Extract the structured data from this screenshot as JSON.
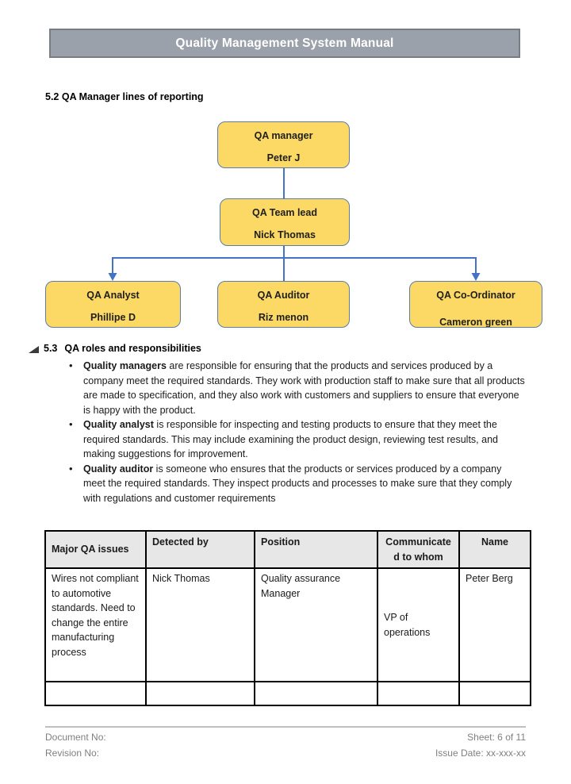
{
  "banner": {
    "title": "Quality Management System Manual"
  },
  "sections": {
    "s52_heading": "5.2 QA Manager lines of reporting",
    "s53_number": "5.3",
    "s53_heading": "QA roles and responsibilities"
  },
  "org_chart": {
    "boxes": [
      {
        "title": "QA manager",
        "name": "Peter J"
      },
      {
        "title": "QA Team lead",
        "name": "Nick Thomas"
      },
      {
        "title": "QA Analyst",
        "name": "Phillipe D"
      },
      {
        "title": "QA Auditor",
        "name": "Riz menon"
      },
      {
        "title": "QA Co-Ordinator",
        "name": "Cameron green"
      }
    ]
  },
  "roles": {
    "bullets": [
      {
        "bold": "Quality managers",
        "text": " are responsible for ensuring that the products and services produced by a company meet the required standards. They work with production staff to make sure that all products are made to specification, and they also work with customers and suppliers to ensure that everyone is happy with the product."
      },
      {
        "bold": "Quality analyst",
        "text": " is responsible for inspecting and testing products to ensure that they meet the required standards. This may include examining the product design, reviewing test results, and making suggestions for improvement."
      },
      {
        "bold": "Quality auditor",
        "text": " is someone who ensures that the products or services produced by a company meet the required standards. They inspect products and processes to make sure that they comply with regulations and customer requirements"
      }
    ]
  },
  "table": {
    "headers": [
      "Major QA issues",
      "Detected by",
      "Position",
      "Communicated to whom",
      "Name"
    ],
    "rows": [
      {
        "cells": [
          "Wires not compliant to automotive standards. Need to change the entire manufacturing process",
          "Nick Thomas",
          "Quality assurance Manager",
          "VP of operations",
          "Peter Berg"
        ]
      },
      {
        "cells": [
          "",
          "",
          "",
          "",
          ""
        ]
      }
    ]
  },
  "footer": {
    "document_no": "Document No:",
    "revision_no": "Revision No:",
    "sheet": "Sheet: 6 of 11",
    "issue_date": "Issue Date: xx-xxx-xx"
  },
  "colors": {
    "banner_bg": "#9aa1ab",
    "banner_border": "#787d84",
    "box_fill": "#fbd964",
    "box_border": "#5b7cae",
    "connector": "#4472c4",
    "table_header_bg": "#e8e7e7",
    "footer_text": "#7f7f7f"
  }
}
